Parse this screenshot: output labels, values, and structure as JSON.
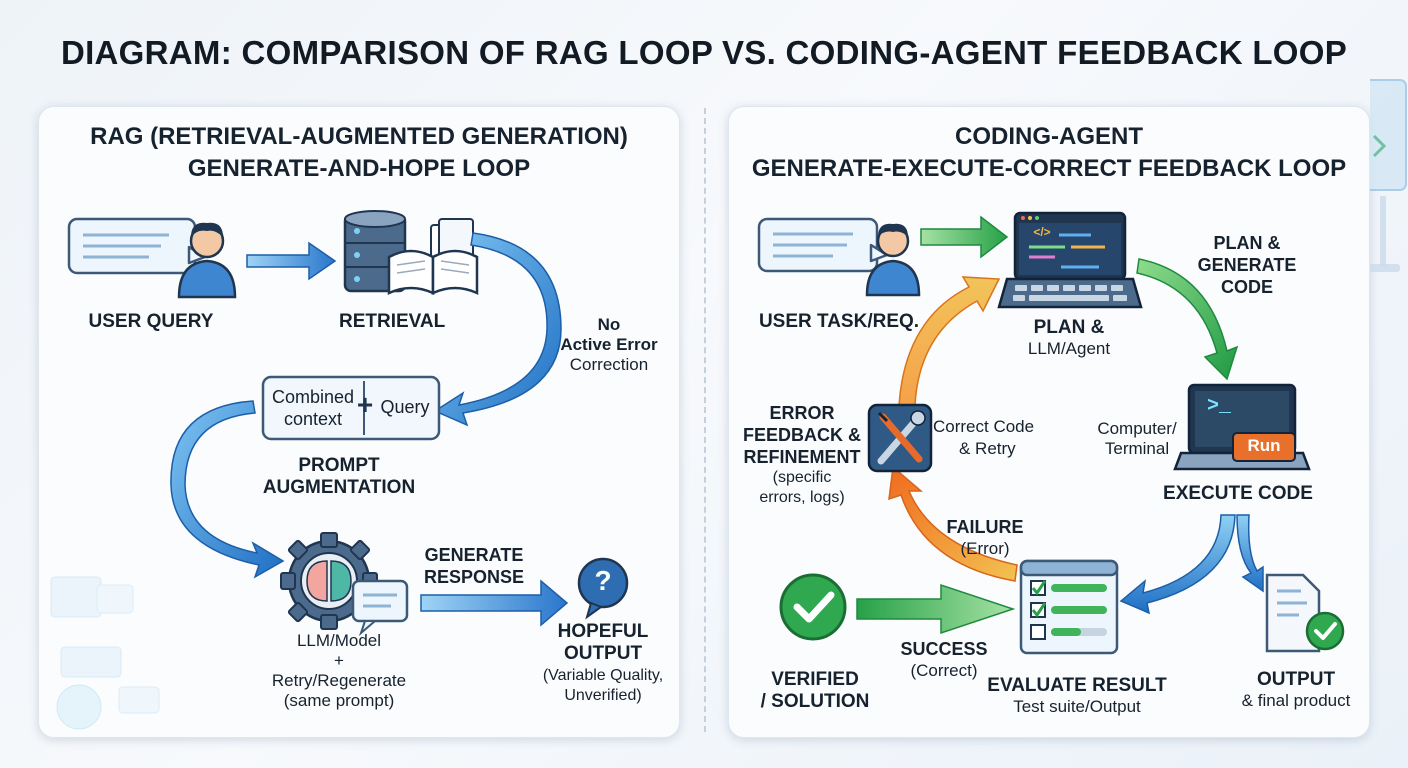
{
  "title": "DIAGRAM: COMPARISON OF RAG LOOP VS. CODING-AGENT FEEDBACK LOOP",
  "rag": {
    "title_line1": "RAG (RETRIEVAL-AUGMENTED GENERATION)",
    "title_line2": "GENERATE-AND-HOPE LOOP",
    "user_query": "USER QUERY",
    "retrieval": "RETRIEVAL",
    "no_error_1": "No",
    "no_error_2": "Active Error",
    "no_error_3": "Correction",
    "combined_1": "Combined",
    "combined_2": "context",
    "plus": "+",
    "query": "Query",
    "prompt_aug_1": "PROMPT",
    "prompt_aug_2": "AUGMENTATION",
    "generate_1": "GENERATE",
    "generate_2": "RESPONSE",
    "llm_1": "LLM/Model",
    "llm_2": "+",
    "llm_3": "Retry/Regenerate",
    "llm_4": "(same prompt)",
    "hopeful_1": "HOPEFUL",
    "hopeful_2": "OUTPUT",
    "hopeful_3": "(Variable Quality,",
    "hopeful_4": "Unverified)",
    "question_mark": "?"
  },
  "agent": {
    "title_line1": "CODING-AGENT",
    "title_line2": "GENERATE-EXECUTE-CORRECT FEEDBACK LOOP",
    "user_task": "USER TASK/REQ.",
    "plan_1": "PLAN &",
    "plan_2": "LLM/Agent",
    "plan_gen_1": "PLAN &",
    "plan_gen_2": "GENERATE",
    "plan_gen_3": "CODE",
    "code_tag": "</>",
    "computer_1": "Computer/",
    "computer_2": "Terminal",
    "prompt_symbol": ">_",
    "run": "Run",
    "execute": "EXECUTE CODE",
    "error_1": "ERROR",
    "error_2": "FEEDBACK &",
    "error_3": "REFINEMENT",
    "error_4": "(specific",
    "error_5": "errors, logs)",
    "correct_1": "Correct Code",
    "correct_2": "& Retry",
    "failure_1": "FAILURE",
    "failure_2": "(Error)",
    "success_1": "SUCCESS",
    "success_2": "(Correct)",
    "evaluate_1": "EVALUATE RESULT",
    "evaluate_2": "Test suite/Output",
    "verified_1": "VERIFIED",
    "verified_2": "/ SOLUTION",
    "output_1": "OUTPUT",
    "output_2": "& final product"
  },
  "colors": {
    "blue": "#2f7fd6",
    "green": "#2fa84f",
    "orange": "#f08a24",
    "dark_navy": "#1f3550"
  }
}
